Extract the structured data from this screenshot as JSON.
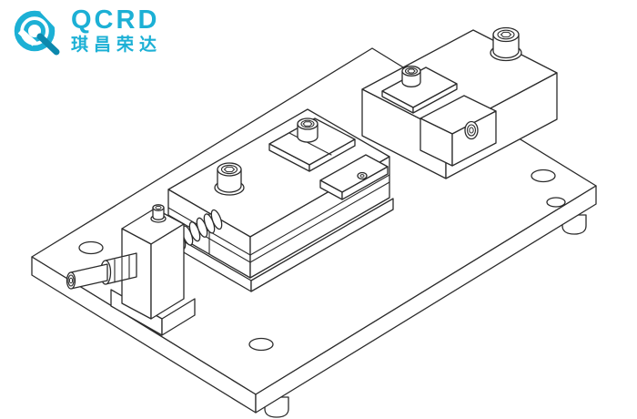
{
  "brand": {
    "logo_text": "QCRD",
    "logo_subtext": "琪昌荣达",
    "logo_color": "#1cb0d5",
    "logo_tail_color": "#0c88ad",
    "logo_mark": "stylized-q-swoosh-mark"
  },
  "drawing": {
    "description": "Isometric CAD line drawing of a machining fixture: rectangular base plate with mounting holes and rubber feet, center slide block with socket head cap screws and clamp plate, right clamp block with cap screws and side clamp, coil spring, left tailstock bracket with locating shaft",
    "stroke_color": "#2b2b2b",
    "background_color": "#ffffff"
  }
}
